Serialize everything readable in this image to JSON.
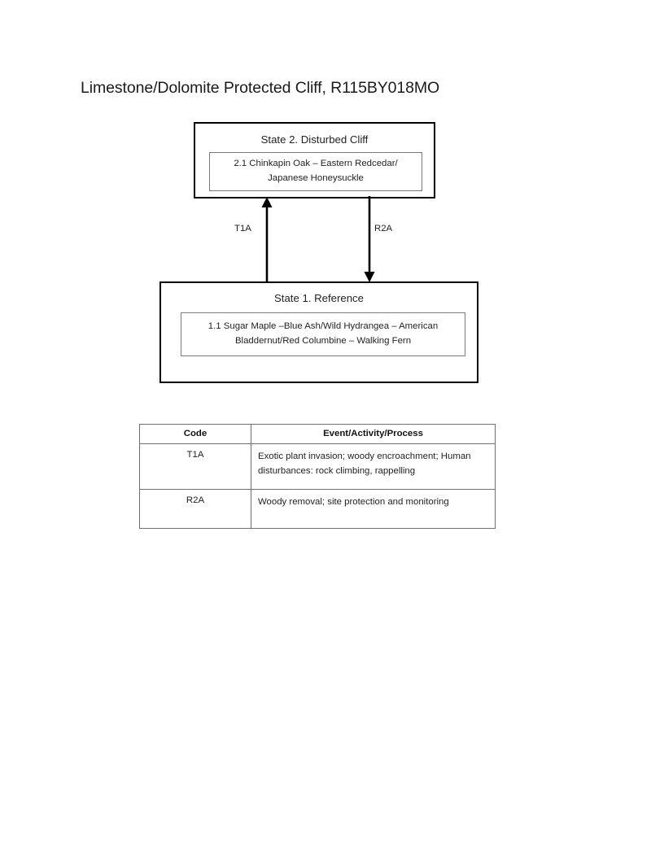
{
  "document": {
    "title": "Limestone/Dolomite Protected Cliff, R115BY018MO",
    "background_color": "#ffffff",
    "border_color": "#000000"
  },
  "diagram": {
    "type": "state-and-transition-model",
    "states": [
      {
        "id": "state-2",
        "heading": "State 2. Disturbed Cliff",
        "phases": [
          {
            "id": "2.1",
            "label": "2.1  Chinkapin Oak – Eastern Redcedar/ Japanese Honeysuckle"
          }
        ]
      },
      {
        "id": "state-1",
        "heading": "State 1. Reference",
        "phases": [
          {
            "id": "1.1",
            "label": "1.1 Sugar Maple –Blue Ash/Wild Hydrangea – American Bladdernut/Red Columbine – Walking Fern"
          }
        ]
      }
    ],
    "transitions": [
      {
        "code": "T1A",
        "direction": "up",
        "from": "state-1",
        "to": "state-2"
      },
      {
        "code": "R2A",
        "direction": "down",
        "from": "state-2",
        "to": "state-1"
      }
    ]
  },
  "legend": {
    "columns": [
      "Code",
      "Event/Activity/Process"
    ],
    "rows": [
      {
        "code": "T1A",
        "event": "Exotic plant invasion; woody encroachment; Human disturbances: rock climbing, rappelling"
      },
      {
        "code": "R2A",
        "event": "Woody removal; site protection and monitoring"
      }
    ]
  }
}
